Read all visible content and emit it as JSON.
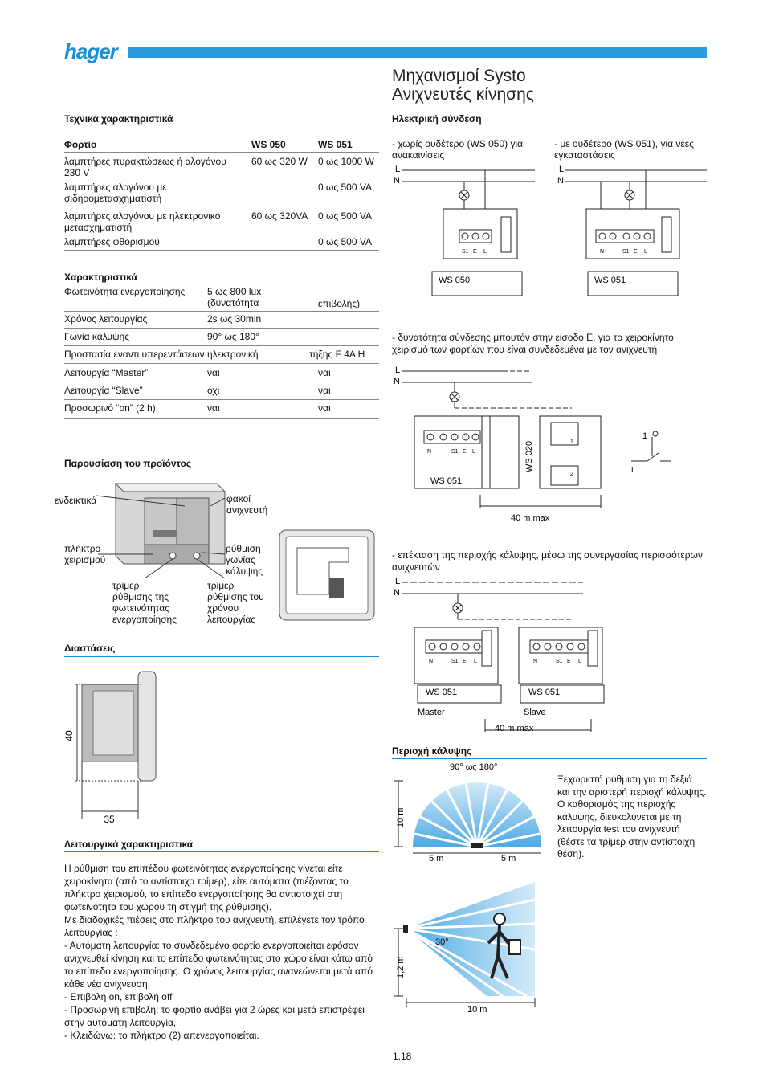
{
  "header": {
    "logo": "hager",
    "title_line1": "Μηχανισμοί Systo",
    "title_line2": "Ανιχνευτές κίνησης",
    "brand_color": "#1a8fd6"
  },
  "tech": {
    "section_title": "Τεχνικά χαρακτηριστικά",
    "load_header": [
      "Φορτίο",
      "WS 050",
      "WS 051"
    ],
    "loads": [
      {
        "label": "λαμπτήρες πυρακτώσεως ή αλογόνου 230 V",
        "ws050": "60 ως 320 W",
        "ws051": "0 ως 1000 W"
      },
      {
        "label": "λαμπτήρες αλογόνου με σιδηρομετασχηματιστή",
        "ws050": "",
        "ws051": "0 ως 500 VA"
      },
      {
        "label": "λαμπτήρες αλογόνου με ηλεκτρονικό μετασχηματιστή",
        "ws050": "60 ως 320VA",
        "ws051": "0 ως 500 VA"
      },
      {
        "label": "λαμπτήρες φθορισμού",
        "ws050": "",
        "ws051": "0 ως 500 VA"
      }
    ]
  },
  "characteristics": {
    "title": "Χαρακτηριστικά",
    "rows": [
      {
        "label": "Φωτεινότητα ενεργοποίησης",
        "v1": "5 ως 800 lux (δυνατότητα",
        "v2": "επιβολής)"
      },
      {
        "label": "Χρόνος λειτουργίας",
        "v1": "2s ως 30min",
        "v2": ""
      },
      {
        "label": "Γωνία κάλυψης",
        "v1": "90° ως 180°",
        "v2": ""
      },
      {
        "label": "Προστασία έναντι υπερεντάσεων",
        "v1": "ηλεκτρονική",
        "v2": "τήξης F 4A H"
      },
      {
        "label": "Λειτουργία “Master”",
        "v1": "ναι",
        "v2": "ναι"
      },
      {
        "label": "Λειτουργία “Slave”",
        "v1": "όχι",
        "v2": "ναι"
      },
      {
        "label": "Προσωρινό “on” (2 h)",
        "v1": "ναι",
        "v2": "ναι"
      }
    ]
  },
  "product": {
    "title": "Παρουσίαση του προϊόντος",
    "labels": {
      "indicator": "ενδεικτικά",
      "lenses": "φακοί ανιχνευτή",
      "button": "πλήκτρο χειρισμού",
      "angle": "ρύθμιση γωνίας κάλυψης",
      "trimmer_light": "τρίμερ ρύθμισης της φωτεινότητας ενεργοποίησης",
      "trimmer_time": "τρίμερ ρύθμισης του χρόνου λειτουργίας"
    }
  },
  "dimensions": {
    "title": "Διαστάσεις",
    "height": "40",
    "depth": "35"
  },
  "operation": {
    "title": "Λειτουργικά χαρακτηριστικά",
    "paragraphs": [
      "Η ρύθμιση του επιπέδου φωτεινότητας ενεργοποίησης γίνεται είτε χειροκίνητα (από το αντίστοιχο τρίμερ), είτε αυτόματα (πιέζοντας το πλήκτρο χειρισμού, το επίπεδο ενεργοποίησης θα αντιστοιχεί στη φωτεινότητα του χώρου τη στιγμή της ρύθμισης).",
      "Με διαδοχικές πιέσεις στο πλήκτρο του ανιχνευτή, επιλέγετε τον τρόπο λειτουργίας :",
      "- Αυτόματη λειτουργία: το συνδεδεμένο φορτίο ενεργοποιείται εφόσον ανιχνευθεί κίνηση και το επίπεδο φωτεινότητας στο χώρο είναι κάτω από το επίπεδο ενεργοποίησης. Ο χρόνος λειτουργίας ανανεώνεται μετά από κάθε νέα ανίχνευση,",
      "- Επιβολή on, επιβολή off",
      "- Προσωρινή επιβολή: το φορτίο ανάβει για 2 ώρες και μετά επιστρέφει στην αυτόματη λειτουργία,",
      "- Κλειδώνω: το πλήκτρο (2) απενεργοποιείται."
    ]
  },
  "wiring": {
    "title": "Ηλεκτρική σύνδεση",
    "case1": "- χωρίς ουδέτερο (WS 050) για ανακαινίσεις",
    "case2": "- με ουδέτερο (WS 051), για νέες εγκαταστάσεις",
    "case3": "- δυνατότητα σύνδεσης μπουτόν στην είσοδο E, για το χειροκίνητο χειρισμό των φορτίων που είναι συνδεδεμένα με τον ανιχνευτή",
    "case4": "- επέκταση της περιοχής κάλυψης, μέσω της συνεργασίας περισσότερων ανιχνευτών",
    "L": "L",
    "N": "N",
    "ws050": "WS 050",
    "ws051": "WS 051",
    "ws020": "WS 020",
    "master": "Master",
    "slave": "Slave",
    "max": "40 m max",
    "term_s1": "S1",
    "term_e": "E",
    "term_l": "L",
    "term_n": "N",
    "push_1": "1",
    "push_2": "2"
  },
  "coverage": {
    "title": "Περιοχή κάλυψης",
    "angle": "90° ως 180°",
    "range": "10 m",
    "side_left": "5 m",
    "side_right": "5 m",
    "note": "Ξεχωριστή ρύθμιση για τη δεξιά και την αριστερή περιοχή κάλυψης. Ο καθορισμός της περιοχής κάλυψης, διευκολύνεται με τη λειτουργία test του ανιχνευτή (θέστε τα τρίμερ στην αντίστοιχη θέση).",
    "height": "1,2 m",
    "tilt": "30°",
    "distance": "10 m"
  },
  "page_number": "1.18"
}
